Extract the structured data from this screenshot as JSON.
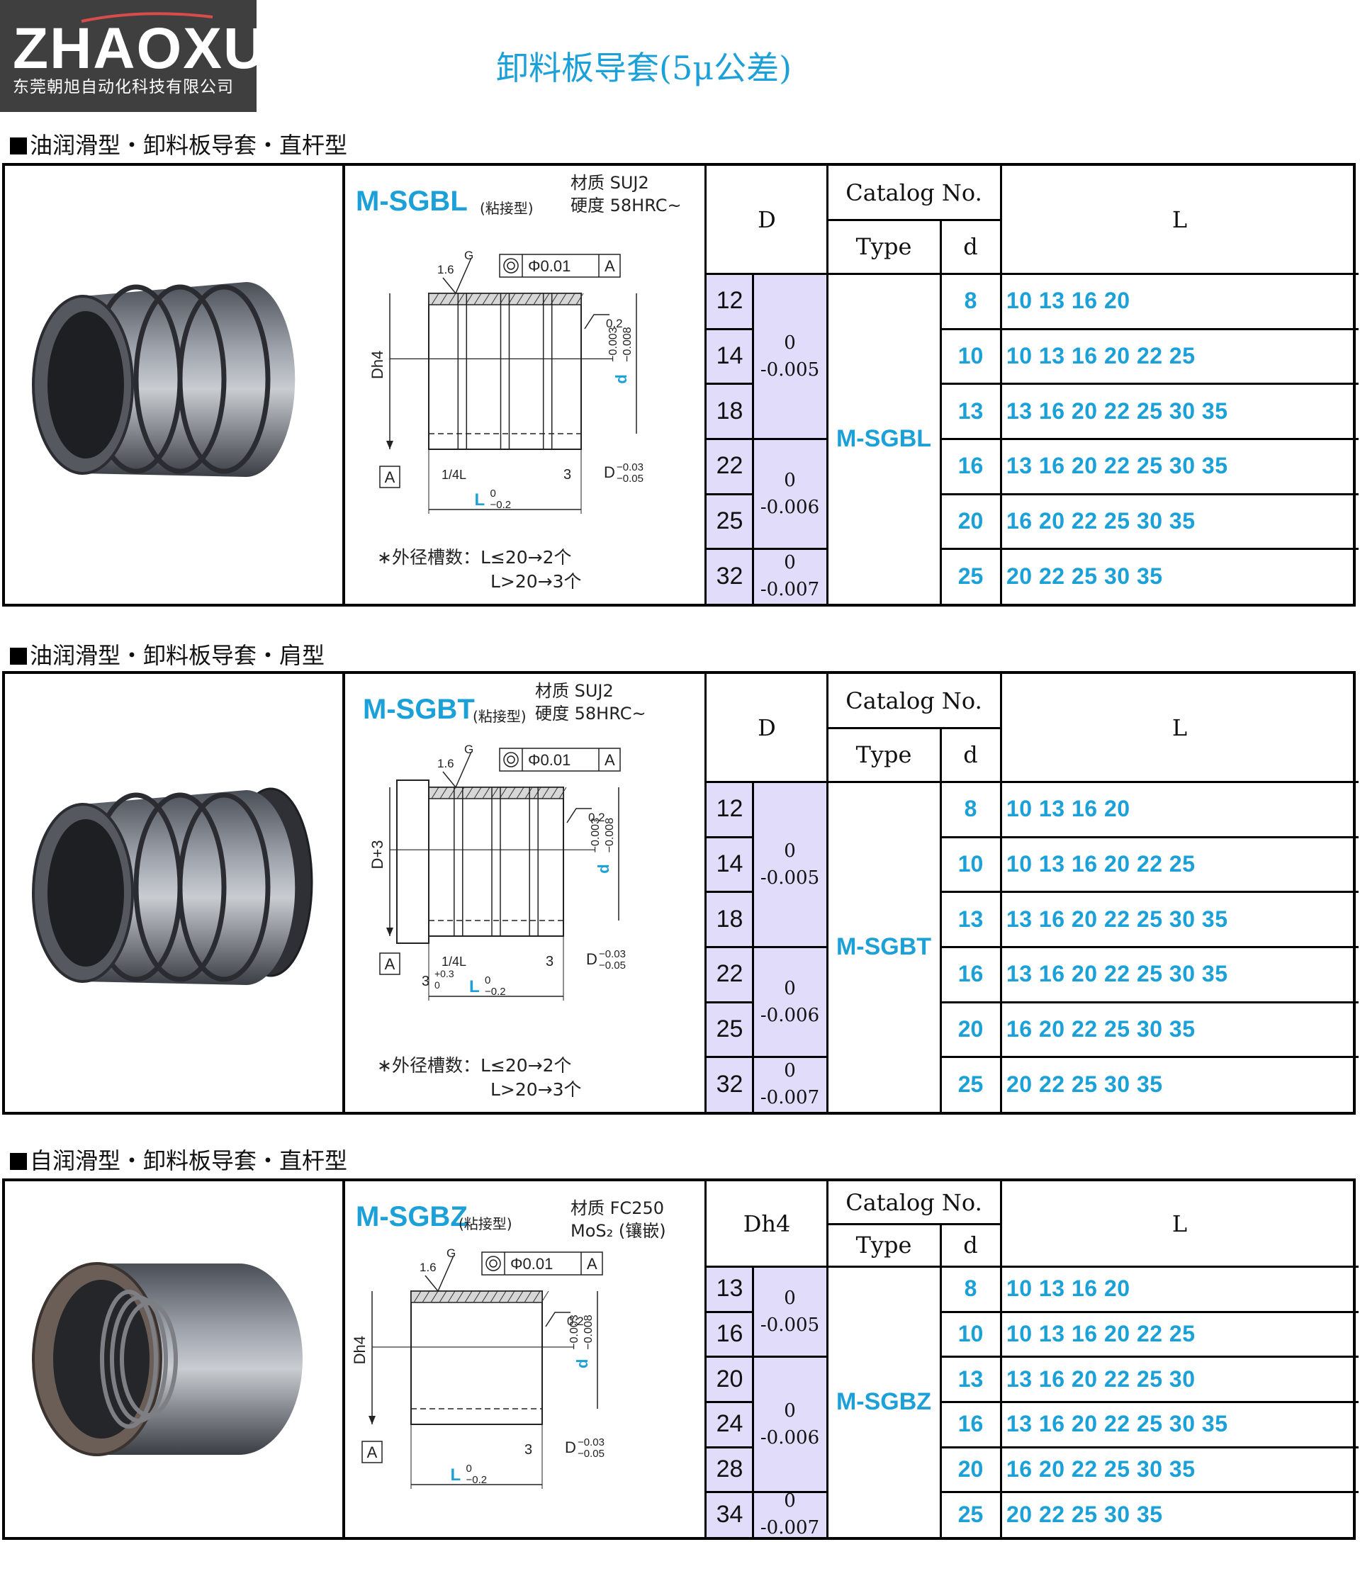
{
  "brand": {
    "name": "ZHAOXU",
    "company": "东莞朝旭自动化科技有限公司"
  },
  "title": "卸料板导套(5μ公差)",
  "sections": [
    {
      "heading": "油润滑型・卸料板导套・直杆型",
      "model": "M-SGBL",
      "adhesive": "(粘接型)",
      "material_lines": [
        "材质  SUJ2",
        "硬度  58HRC~"
      ],
      "footnote_lines": [
        "∗外径槽数：L≤20→2个",
        "L>20→3个"
      ],
      "headers": {
        "D": "D",
        "catalog": "Catalog  No.",
        "type": "Type",
        "d": "d",
        "L": "L"
      },
      "type_value": "M-SGBL",
      "D_values": [
        "12",
        "14",
        "18",
        "22",
        "25",
        "32"
      ],
      "tolerances": [
        {
          "upper": "0",
          "lower": "-0.005"
        },
        {
          "upper": "0",
          "lower": "-0.006"
        },
        {
          "upper": "0",
          "lower": "-0.007"
        }
      ],
      "d_values": [
        "8",
        "10",
        "13",
        "16",
        "20",
        "25"
      ],
      "L_values": [
        "10  13  16  20",
        "10  13  16  20  22  25",
        "13  16  20  22  25  30  35",
        "13  16  20  22  25  30  35",
        "16   20  22  25  30  35",
        "20  22  25  30  35"
      ]
    },
    {
      "heading": "油润滑型・卸料板导套・肩型",
      "model": "M-SGBT",
      "adhesive": "(粘接型)",
      "material_lines": [
        "材质  SUJ2",
        "硬度  58HRC~"
      ],
      "footnote_lines": [
        "∗外径槽数：L≤20→2个",
        "L>20→3个"
      ],
      "headers": {
        "D": "D",
        "catalog": "Catalog  No.",
        "type": "Type",
        "d": "d",
        "L": "L"
      },
      "type_value": "M-SGBT",
      "D_values": [
        "12",
        "14",
        "18",
        "22",
        "25",
        "32"
      ],
      "tolerances": [
        {
          "upper": "0",
          "lower": "-0.005"
        },
        {
          "upper": "0",
          "lower": "-0.006"
        },
        {
          "upper": "0",
          "lower": "-0.007"
        }
      ],
      "d_values": [
        "8",
        "10",
        "13",
        "16",
        "20",
        "25"
      ],
      "L_values": [
        "10  13  16  20",
        "10  13  16  20  22  25",
        "13  16  20  22  25  30  35",
        "13  16  20  22  25  30  35",
        "16   20  22  25  30  35",
        "20  22  25  30  35"
      ]
    },
    {
      "heading": "自润滑型・卸料板导套・直杆型",
      "model": "M-SGBZ",
      "adhesive": "(粘接型)",
      "material_lines": [
        "材质  FC250",
        "MoS₂ (镶嵌)"
      ],
      "footnote_lines": [],
      "headers": {
        "D": "Dh4",
        "catalog": "Catalog  No.",
        "type": "Type",
        "d": "d",
        "L": "L"
      },
      "type_value": "M-SGBZ",
      "D_values": [
        "13",
        "16",
        "20",
        "24",
        "28",
        "34"
      ],
      "tolerances": [
        {
          "upper": "0",
          "lower": "-0.005"
        },
        {
          "upper": "0",
          "lower": "-0.006"
        },
        {
          "upper": "0",
          "lower": "-0.007"
        }
      ],
      "d_values": [
        "8",
        "10",
        "13",
        "16",
        "20",
        "25"
      ],
      "L_values": [
        "10  13  16  20",
        "10  13  16  20  22  25",
        "13  16  20  22  25  30",
        "13  16  20  22  25  30  35",
        "16   20  22  25  30  35",
        "20  22  25  30  35"
      ]
    }
  ],
  "drawing_labels": {
    "roughness_outer": "1.6",
    "G": "G",
    "roughness_inner": "0.2",
    "datum": "A",
    "concentricity": "Φ0.01",
    "d_tol": "d",
    "d_tol_upper": "−0.003",
    "d_tol_lower": "−0.008",
    "Dh4": "Dh4",
    "D_plus3": "D+3",
    "quarter_L": "1/4L",
    "groove": "3",
    "groove_D": "D",
    "groove_D_upper": "−0.03",
    "groove_D_lower": "−0.05",
    "L": "L",
    "L_upper": "0",
    "L_lower": "−0.2",
    "flange_tol_upper": "+0.3",
    "flange_tol_lower": "0"
  },
  "colors": {
    "accent": "#1ba0d8",
    "lavender": "#e2dcfb",
    "logo_bg": "#3f3f40"
  }
}
